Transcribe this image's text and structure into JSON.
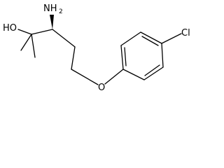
{
  "structure": {
    "atoms": {
      "hydroxyl": "HO",
      "amine_main": "NH",
      "amine_subscript": "2",
      "ether_oxygen": "O",
      "chlorine": "Cl"
    }
  }
}
